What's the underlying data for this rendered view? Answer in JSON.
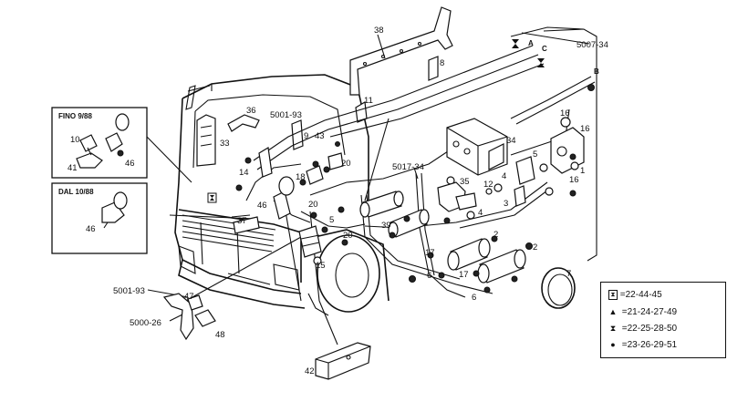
{
  "diagram": {
    "ref_codes": {
      "top_right": "5007-34",
      "valve_area": "5001-93",
      "middle": "5017-34",
      "lower_left_a": "5001-93",
      "lower_left_b": "5000-26"
    },
    "arrow_markers": {
      "a": "A",
      "b": "B",
      "c": "C"
    },
    "inset_top": {
      "title": "FINO 9/88",
      "labels": [
        "10",
        "41",
        "46"
      ]
    },
    "inset_bottom": {
      "title": "DAL 10/88",
      "labels": [
        "46"
      ]
    },
    "part_numbers": {
      "p38": "38",
      "p8": "8",
      "p11": "11",
      "p36": "36",
      "p33": "33",
      "p9": "9",
      "p43": "43",
      "p20a": "20",
      "p14": "14",
      "p18": "18",
      "p16a": "16",
      "p16b": "16",
      "p16c": "16",
      "p5a": "5",
      "p1": "1",
      "p34": "34",
      "p4a": "4",
      "p12": "12",
      "p3": "3",
      "p35": "35",
      "p4b": "4",
      "p46": "46",
      "p20b": "20",
      "p5b": "5",
      "p39": "39",
      "p37": "37",
      "p20c": "20",
      "p15": "15",
      "p2a": "2",
      "p2b": "2",
      "p17a": "17",
      "p17b": "17",
      "p6a": "6",
      "p6b": "6",
      "p7": "7",
      "p47": "47",
      "p48": "48",
      "p42": "42"
    }
  },
  "legend": [
    {
      "symbol": "hourglass-box",
      "glyph": "X",
      "text": "=22-44-45"
    },
    {
      "symbol": "triangle",
      "glyph": "▲",
      "text": "=21-24-27-49"
    },
    {
      "symbol": "hourglass",
      "glyph": "⧗",
      "text": "=22-25-28-50"
    },
    {
      "symbol": "dot",
      "glyph": "●",
      "text": "=23-26-29-51"
    }
  ]
}
